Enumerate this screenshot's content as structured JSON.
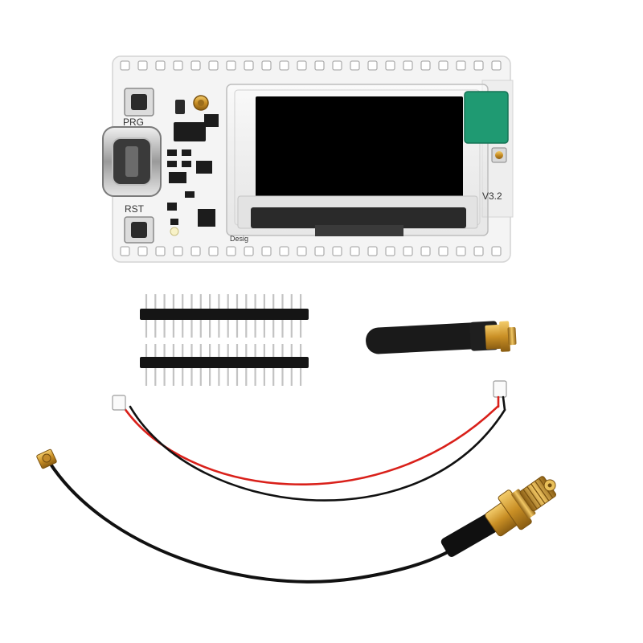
{
  "board": {
    "button_prg_label": "PRG",
    "button_rst_label": "RST",
    "version_label": "V3.2",
    "brand_fragment": "Desig"
  },
  "colors": {
    "pcb": "#f4f4f4",
    "screen": "#000000",
    "rf_shield": "#1f9a72",
    "header_pin": "#c9c9c9",
    "header_plastic": "#151515",
    "antenna_body": "#1a1a1a",
    "sma_brass": "#d8a236",
    "wire_red": "#d9201a",
    "wire_black": "#111111"
  },
  "icons": {
    "usb": "usb-c-port-icon",
    "antenna": "rubber-duck-antenna-icon",
    "cable": "ipex-to-sma-cable-icon"
  }
}
